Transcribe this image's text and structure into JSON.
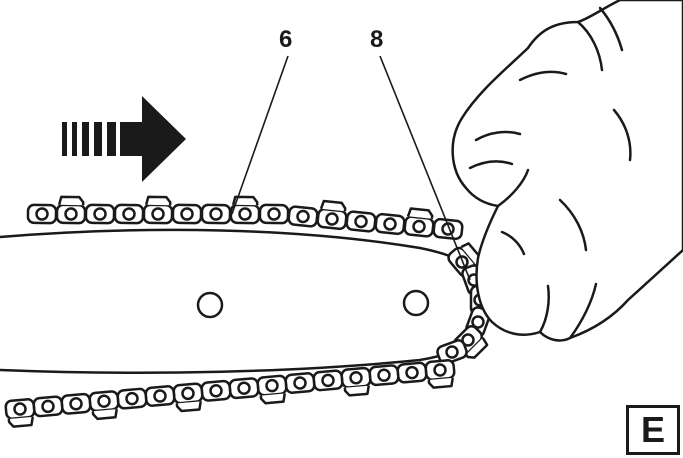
{
  "figure": {
    "letter": "E",
    "callouts": [
      {
        "id": "6",
        "text": "6"
      },
      {
        "id": "8",
        "text": "8"
      }
    ]
  },
  "icons": {
    "direction": "arrow-right-icon",
    "hand": "gloved-hand-icon"
  },
  "colors": {
    "line": "#1a1a1a",
    "background": "#ffffff",
    "arrow": "#1a1a1a"
  }
}
